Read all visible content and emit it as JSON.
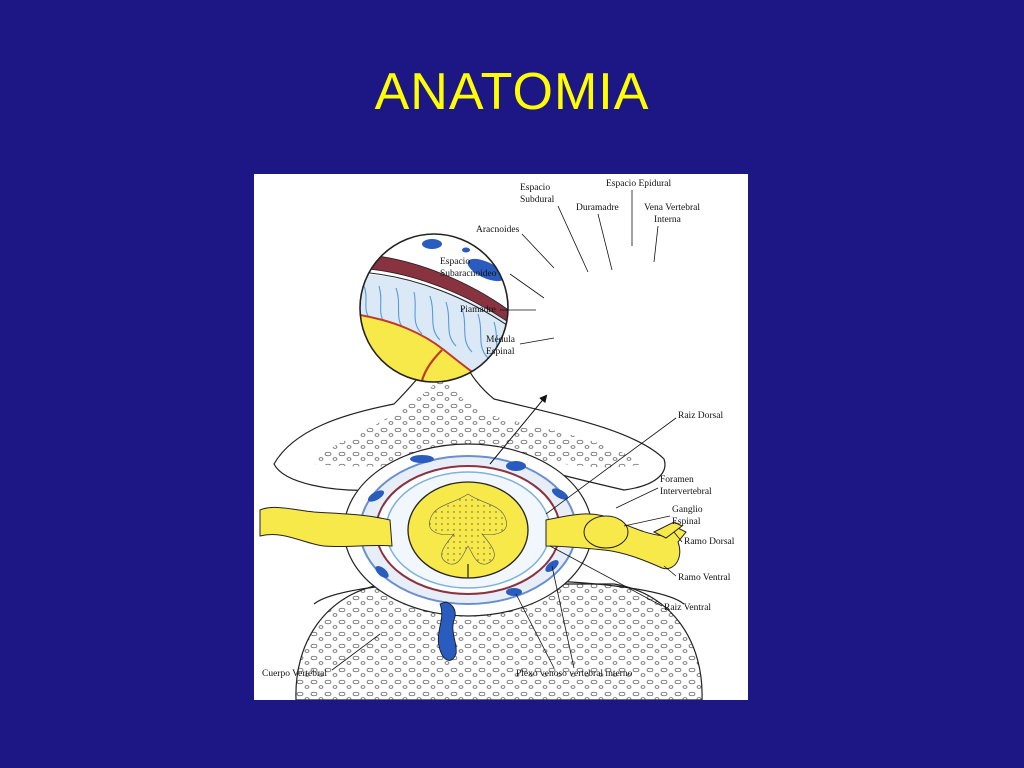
{
  "slide": {
    "title": "ANATOMIA",
    "title_color": "#ffff00",
    "background_color": "#1d1785"
  },
  "diagram": {
    "colors": {
      "nerve": "#f7e94a",
      "vein": "#2a5bbf",
      "dura": "#8a3340",
      "arachnoid": "#7fb0e0",
      "pia": "#c0392b",
      "bone": "#ffffff",
      "outline": "#222222"
    },
    "labels": {
      "espacio_subdural_1": "Espacio",
      "espacio_subdural_2": "Subdural",
      "espacio_epidural": "Espacio Epidural",
      "duramadre": "Duramadre",
      "vena_vertebral_1": "Vena Vertebral",
      "vena_vertebral_2": "Interna",
      "aracnoides": "Aracnoides",
      "espacio_subaracnoideo_1": "Espacio",
      "espacio_subaracnoideo_2": "Subaracnoideo",
      "piamadre": "Piamadre",
      "medula_1": "Médula",
      "medula_2": "Espinal",
      "raiz_dorsal": "Raiz Dorsal",
      "foramen_1": "Foramen",
      "foramen_2": "Intervertebral",
      "ganglio_1": "Ganglio",
      "ganglio_2": "Espinal",
      "ramo_dorsal": "Ramo Dorsal",
      "ramo_ventral": "Ramo Ventral",
      "raiz_ventral": "Raiz Ventral",
      "cuerpo_vertebral": "Cuerpo Vertebral",
      "plexo_venoso": "Plexo venoso vertebral interno"
    }
  }
}
